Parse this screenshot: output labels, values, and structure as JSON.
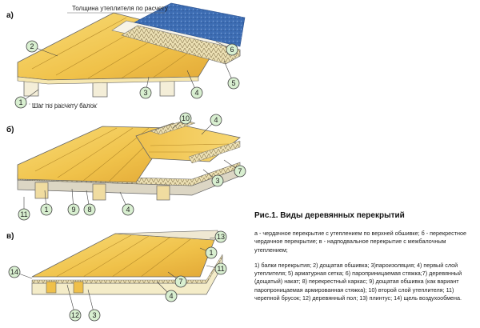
{
  "panels": {
    "a": {
      "label": "а)",
      "insulation_note": "Толщина утеплителя по расчету",
      "step_note": "Шаг по расчету балок",
      "callouts": [
        "1",
        "2",
        "3",
        "4",
        "5",
        "6"
      ]
    },
    "b": {
      "label": "б)",
      "callouts": [
        "10",
        "4",
        "7",
        "3",
        "4",
        "8",
        "9",
        "1",
        "11"
      ]
    },
    "v": {
      "label": "в)",
      "callouts": [
        "13",
        "1",
        "11",
        "7",
        "4",
        "3",
        "12",
        "14"
      ]
    }
  },
  "caption": {
    "title": "Рис.1. Виды деревянных перекрытий",
    "types": "а - чердачное перекрытие с утеплением по верхней обшивке; б - перекрестное чердачное перекрытие; в - надподвальное перекрытие с межбалочным утеплением;",
    "legend": "1) балки перекрытия; 2) дощатая обшивка; 3)пароизоляция; 4) первый слой утеплителя; 5) арматурная сетка; 6) пароприницаемая стяжка;7) деревянный (дощатый) накат; 8) перекрестный каркас; 9) дощатая обшивка (как вариант паропроницаемая армированная стяжка); 10) второй слой утеплителя; 11) черепной брусок; 12) деревянный пол; 13) плинтус; 14) щель воздухообмена."
  },
  "colors": {
    "wood": "#f2c84a",
    "wood_dark": "#d9a52c",
    "insulation": "#e8d49a",
    "screed": "#3f6fb5",
    "outline": "#555555",
    "callout_fill": "#d8efd0"
  },
  "icons": [
    "callout-circle"
  ]
}
